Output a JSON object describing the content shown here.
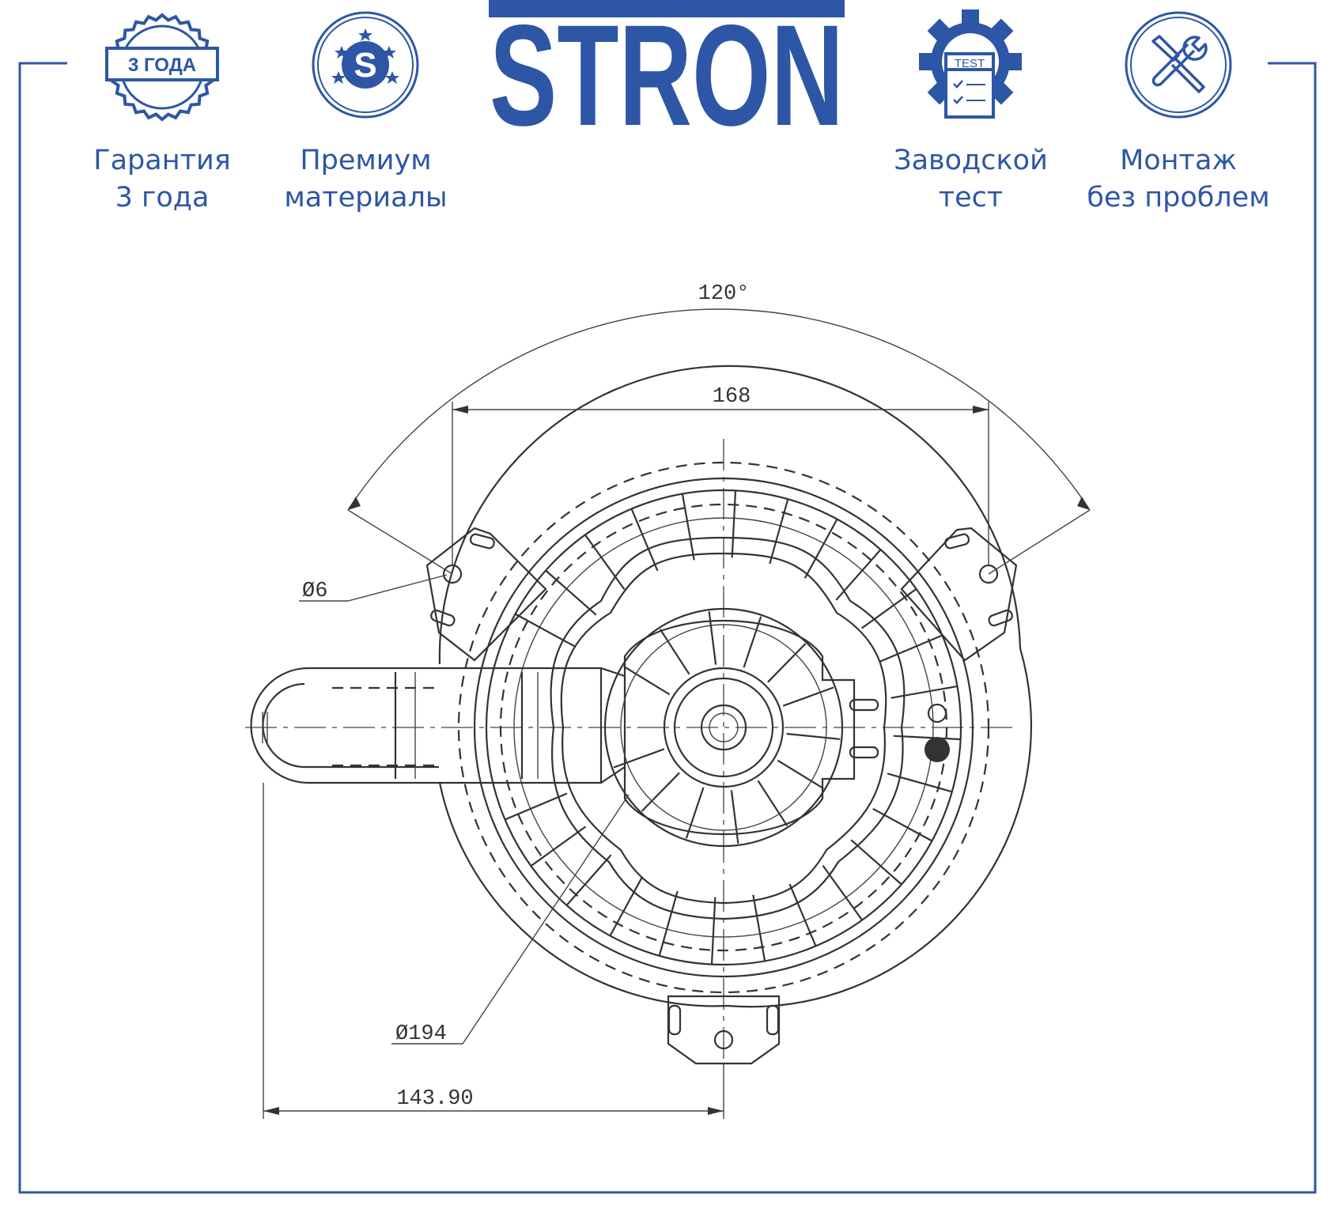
{
  "brand": {
    "logo_text": "STRON",
    "color": "#2e56a6"
  },
  "features": [
    {
      "icon": "warranty-badge-icon",
      "badge_text": "3 ГОДА",
      "line1": "Гарантия",
      "line2": "3 года"
    },
    {
      "icon": "premium-s-seal-icon",
      "seal_letter": "S",
      "line1": "Премиум",
      "line2": "материалы"
    },
    {
      "icon": "factory-test-gear-icon",
      "badge_text": "TEST",
      "line1": "Заводской",
      "line2": "тест"
    },
    {
      "icon": "wrench-screwdriver-icon",
      "line1": "Монтаж",
      "line2": "без проблем"
    }
  ],
  "drawing": {
    "dim_angle": "120°",
    "dim_width": "168",
    "dim_hole": "Ø6",
    "dim_diameter": "Ø194",
    "dim_offset": "143.90"
  }
}
